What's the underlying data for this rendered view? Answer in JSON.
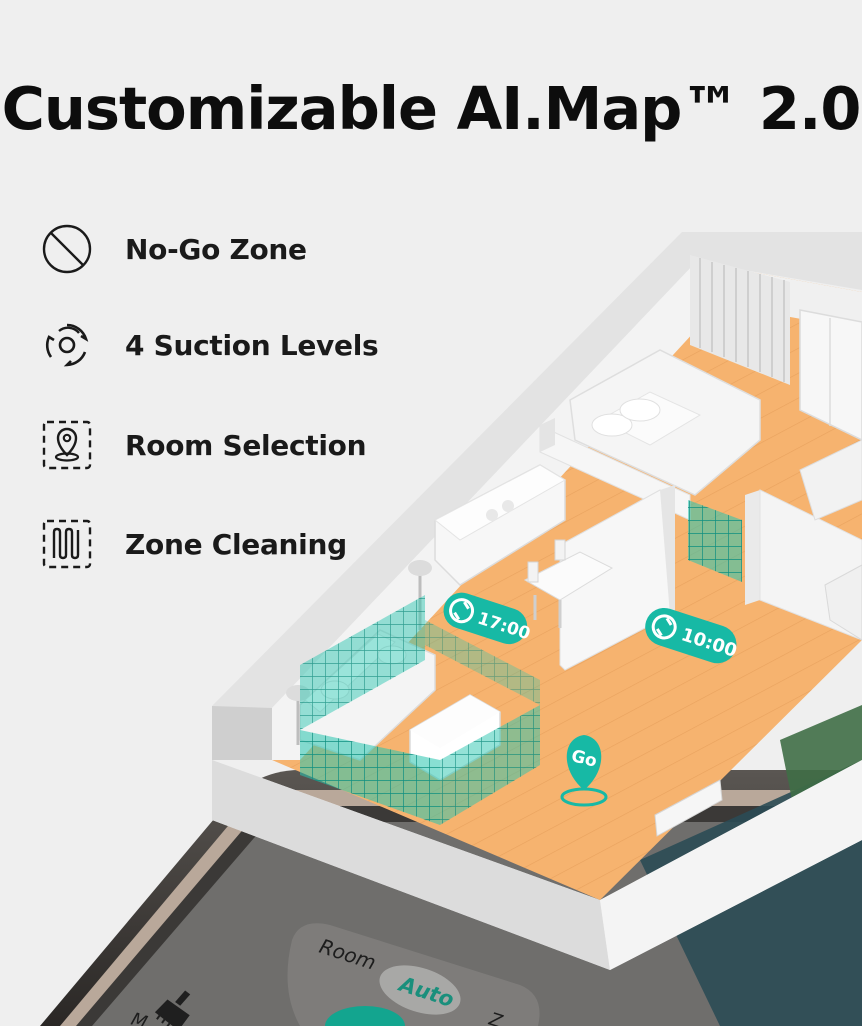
{
  "header": {
    "title": "Customizable AI.Map™ 2.0"
  },
  "features": [
    {
      "label": "No-Go Zone",
      "icon": "no-go-zone-icon"
    },
    {
      "label": "4 Suction Levels",
      "icon": "suction-levels-icon"
    },
    {
      "label": "Room Selection",
      "icon": "room-selection-icon"
    },
    {
      "label": "Zone Cleaning",
      "icon": "zone-cleaning-icon"
    }
  ],
  "map": {
    "schedule_markers": [
      {
        "time": "17:00"
      },
      {
        "time": "10:00"
      }
    ],
    "go_marker": "Go"
  },
  "app": {
    "mode_room": "Room",
    "mode_auto": "Auto",
    "mode_zone_partial": "Z",
    "mode_map_partial": "M",
    "broom_icon": "broom-icon"
  },
  "colors": {
    "accent_teal": "#17b9a5",
    "floor_orange": "#f5b26d",
    "wall_white": "#f7f7f7",
    "background": "#efefef"
  }
}
